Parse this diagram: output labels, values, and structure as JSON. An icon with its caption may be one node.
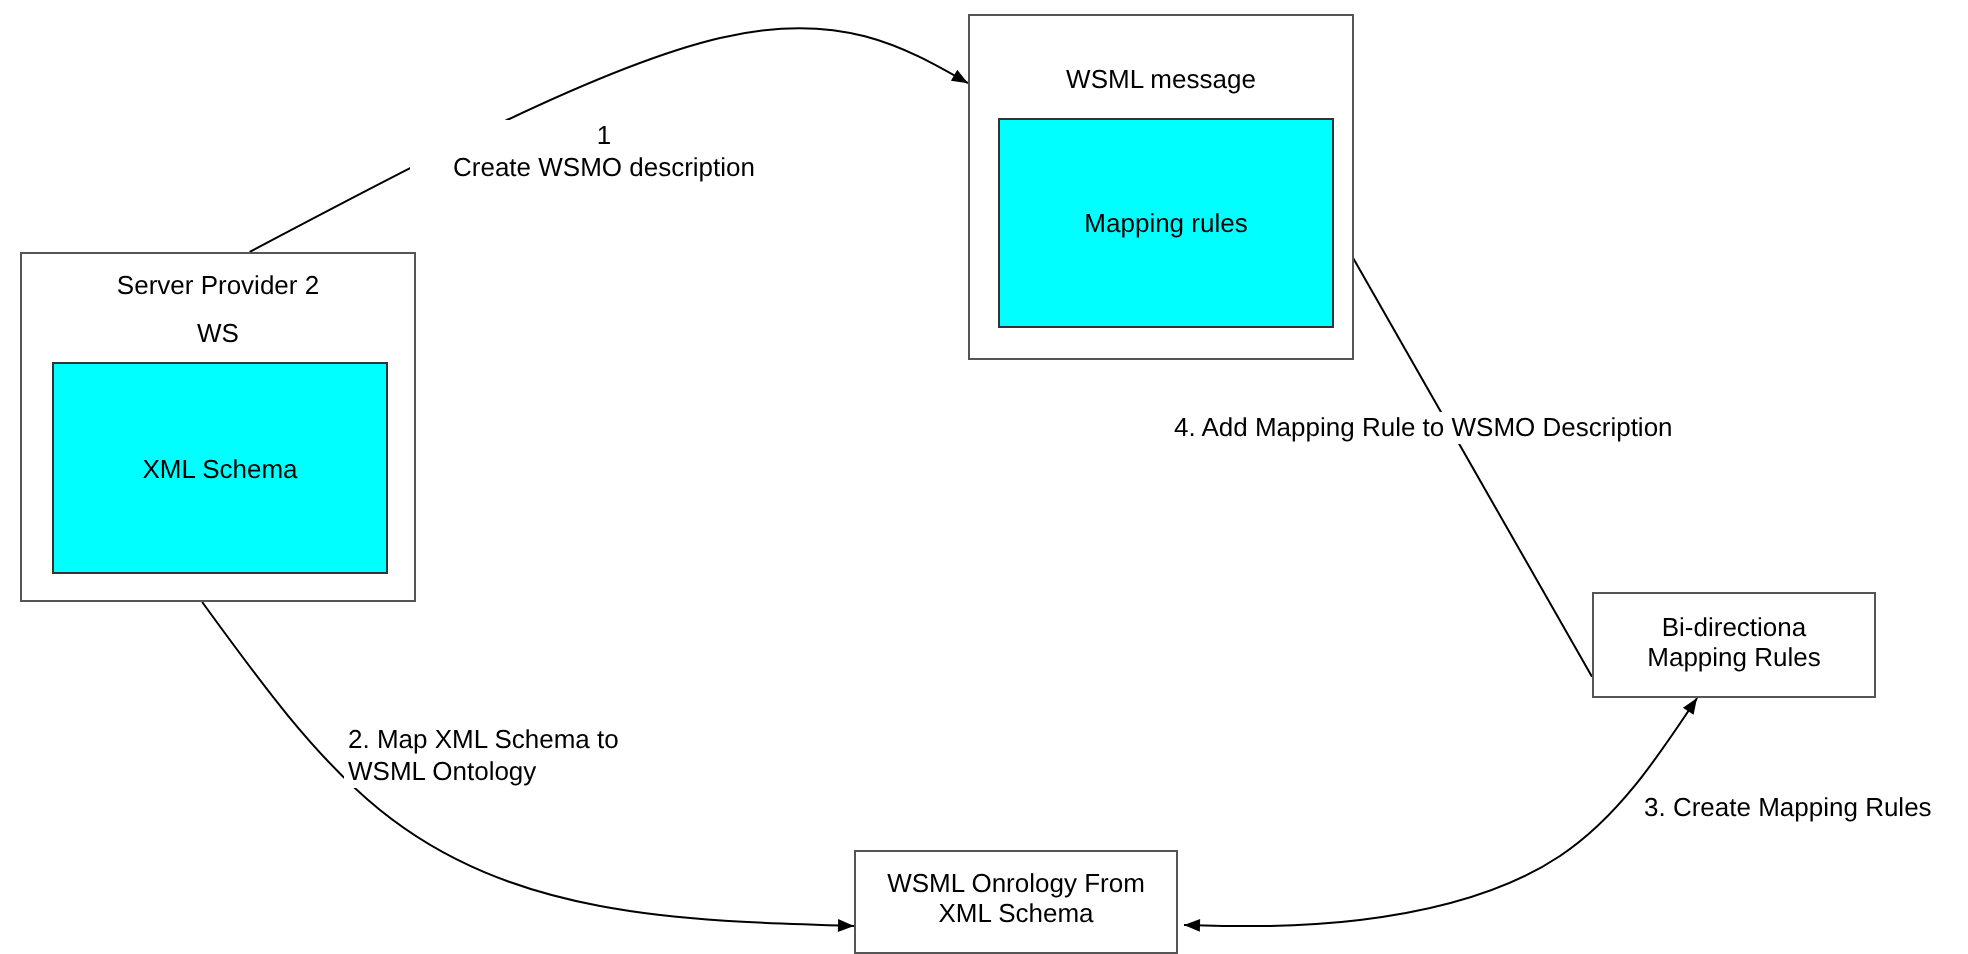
{
  "diagram": {
    "nodes": [
      {
        "text": [
          "Server Provider 2",
          "WS"
        ]
      },
      {
        "text": [
          "XML Schema"
        ],
        "in": 0
      },
      {
        "text": [
          "WSML message"
        ]
      },
      {
        "text": [
          "Mapping rules"
        ],
        "in": 2
      },
      {
        "text": [
          "Bi-directiona Mapping Rules"
        ]
      },
      {
        "text": [
          "WSML Onrology From XML Schema"
        ]
      }
    ],
    "edges": [
      {
        "from": 0,
        "to": 2,
        "arrow": "to",
        "label": "1 Create WSMO description"
      },
      {
        "from": 0,
        "to": 5,
        "arrow": "to",
        "label": "2. Map XML Schema to WSML Ontology"
      },
      {
        "from": 4,
        "to": 5,
        "arrow": "both",
        "label": "3. Create Mapping Rules"
      },
      {
        "from": 4,
        "to": 3,
        "arrow": "to",
        "label": "4. Add Mapping Rule to WSMO Description"
      }
    ]
  }
}
